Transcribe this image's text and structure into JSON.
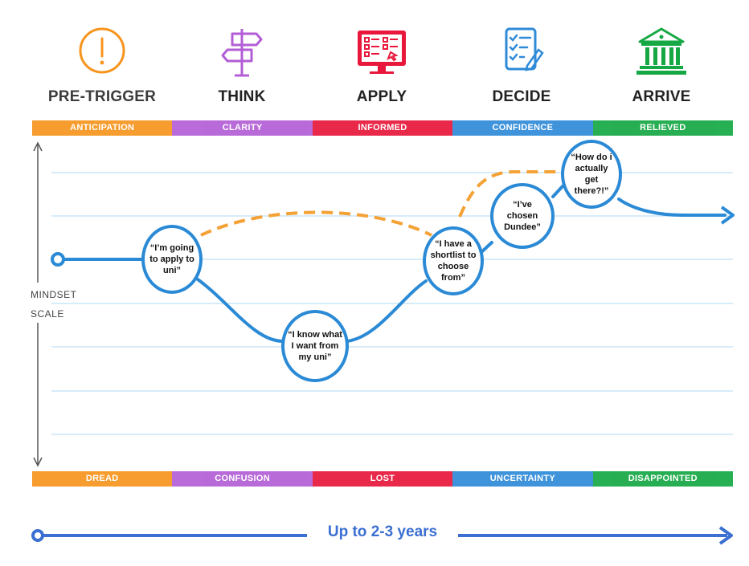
{
  "stages": [
    {
      "title": "PRE-TRIGGER",
      "icon": "exclamation-circle-icon",
      "color": "#f7941d"
    },
    {
      "title": "THINK",
      "icon": "signpost-icon",
      "color": "#b35ed6"
    },
    {
      "title": "APPLY",
      "icon": "application-screen-icon",
      "color": "#e8173b"
    },
    {
      "title": "DECIDE",
      "icon": "checklist-icon",
      "color": "#2f8ad8"
    },
    {
      "title": "ARRIVE",
      "icon": "university-building-icon",
      "color": "#15a844"
    }
  ],
  "positive_band": [
    "ANTICIPATION",
    "CLARITY",
    "INFORMED",
    "CONFIDENCE",
    "RELIEVED"
  ],
  "negative_band": [
    "DREAD",
    "CONFUSION",
    "LOST",
    "UNCERTAINTY",
    "DISAPPOINTED"
  ],
  "axis": {
    "line1": "MINDSET",
    "line2": "SCALE"
  },
  "bubbles": [
    {
      "text": "“I’m going to apply to uni”"
    },
    {
      "text": "“I know what I want from my uni”"
    },
    {
      "text": "“I have a shortlist to choose from”"
    },
    {
      "text": "“I’ve chosen Dundee”"
    },
    {
      "text": "“How do i actually get there?!”"
    }
  ],
  "duration": "Up to 2-3 years",
  "colors": {
    "line": "#2b8ad6",
    "dashed": "#f4a236",
    "grid": "#bfe0f7",
    "axis": "#555555",
    "duration": "#3b6fd1"
  }
}
